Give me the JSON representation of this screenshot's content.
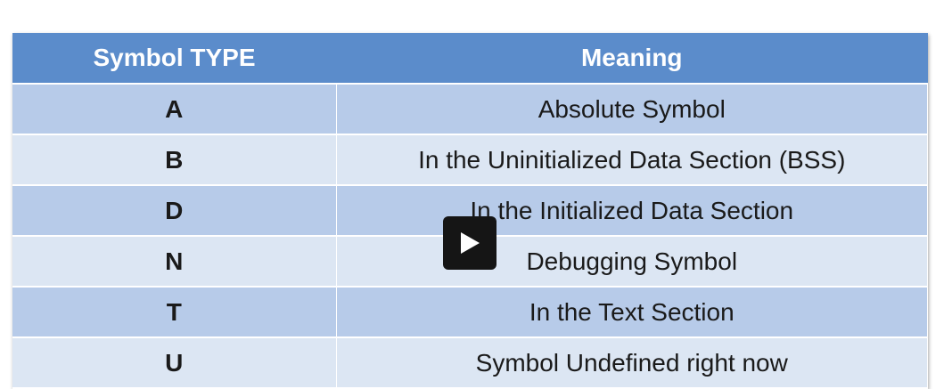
{
  "table": {
    "headers": [
      "Symbol TYPE",
      "Meaning"
    ],
    "rows": [
      {
        "type": "A",
        "meaning": "Absolute Symbol"
      },
      {
        "type": "B",
        "meaning": "In the Uninitialized Data Section (BSS)"
      },
      {
        "type": "D",
        "meaning": "In the Initialized Data Section"
      },
      {
        "type": "N",
        "meaning": "Debugging Symbol"
      },
      {
        "type": "T",
        "meaning": "In the Text Section"
      },
      {
        "type": "U",
        "meaning": "Symbol Undefined right now"
      }
    ]
  },
  "player": {
    "play_icon": "play-icon"
  },
  "colors": {
    "header": "#5b8ccb",
    "row_dark": "#b7cbe9",
    "row_light": "#dce6f3"
  }
}
